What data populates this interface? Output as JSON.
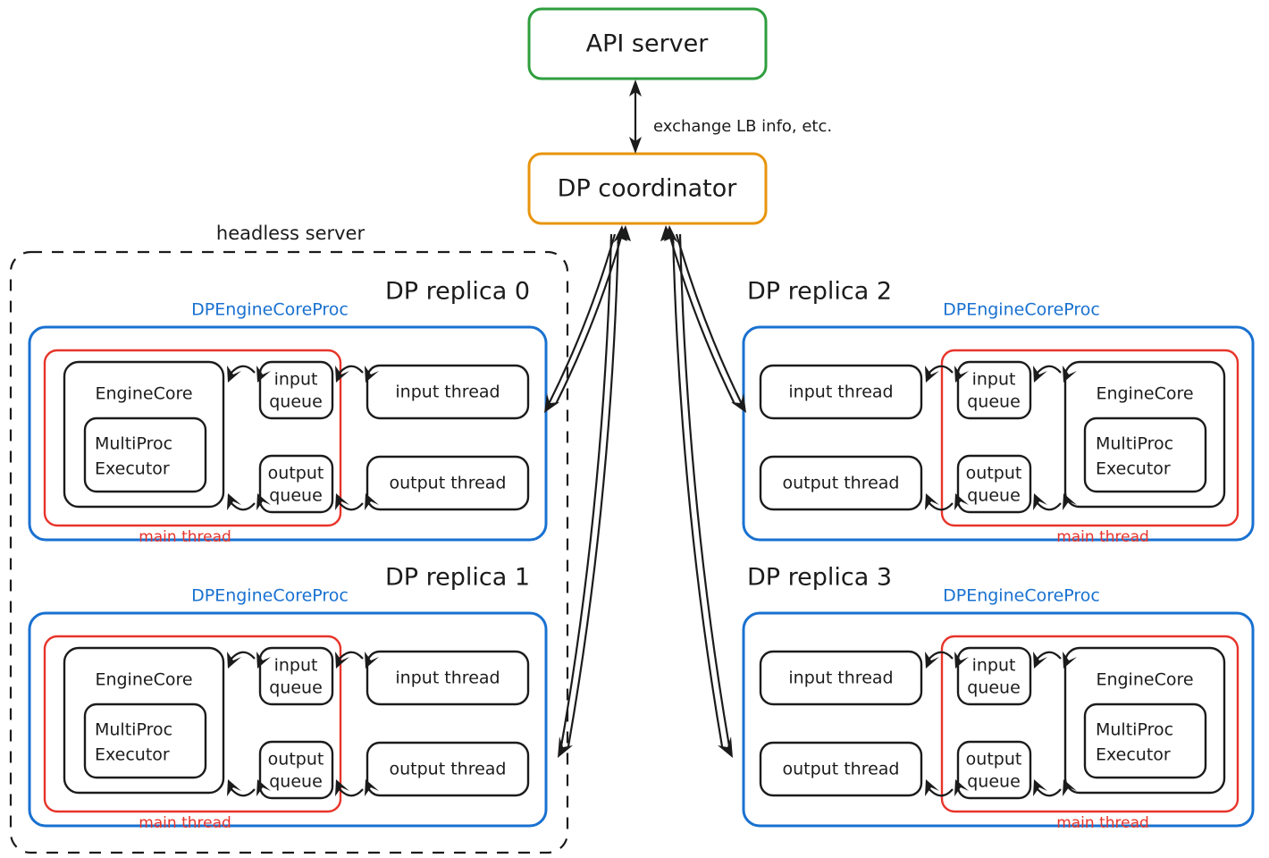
{
  "diagram": {
    "title_nodes": {
      "api_server": "API server",
      "dp_coordinator": "DP coordinator"
    },
    "edge_labels": {
      "coordinator_api": "exchange LB info, etc."
    },
    "boundaries": {
      "headless_server": "headless server"
    },
    "colors": {
      "api_server_border": "#2e9e3e",
      "coordinator_border": "#e8940d",
      "proc_border": "#1971d1",
      "main_thread_border": "#e8342a",
      "box_border": "#1b1b1b"
    },
    "common_labels": {
      "proc": "DPEngineCoreProc",
      "main_thread": "main thread",
      "engine_core": "EngineCore",
      "multiproc_executor_l1": "MultiProc",
      "multiproc_executor_l2": "Executor",
      "input_queue_l1": "input",
      "input_queue_l2": "queue",
      "output_queue_l1": "output",
      "output_queue_l2": "queue",
      "input_thread": "input thread",
      "output_thread": "output thread"
    },
    "replicas": [
      {
        "id": 0,
        "title": "DP replica 0",
        "side": "left",
        "inside_headless": true
      },
      {
        "id": 1,
        "title": "DP replica 1",
        "side": "left",
        "inside_headless": true
      },
      {
        "id": 2,
        "title": "DP replica 2",
        "side": "right",
        "inside_headless": false
      },
      {
        "id": 3,
        "title": "DP replica 3",
        "side": "right",
        "inside_headless": false
      }
    ]
  }
}
